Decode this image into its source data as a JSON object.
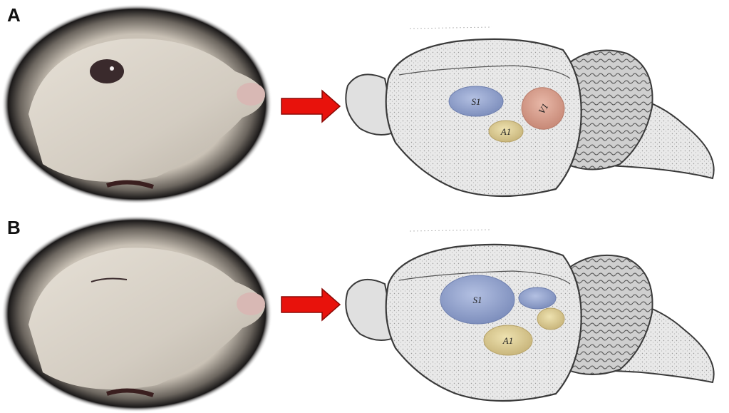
{
  "panels": [
    {
      "letter": "A",
      "regions": {
        "s1": "S1",
        "v1": "V1",
        "a1": "A1"
      }
    },
    {
      "letter": "B",
      "regions": {
        "s1": "S1",
        "a1": "A1"
      }
    }
  ],
  "colors": {
    "arrow": "#e8120c",
    "s1": "#8c9cc8",
    "v1": "#d49a88",
    "a1": "#d8c98e",
    "brain_outline": "#3a3a3a",
    "background": "#ffffff"
  },
  "icons": [
    "rat-head-photo",
    "right-arrow-icon",
    "brain-diagram"
  ]
}
